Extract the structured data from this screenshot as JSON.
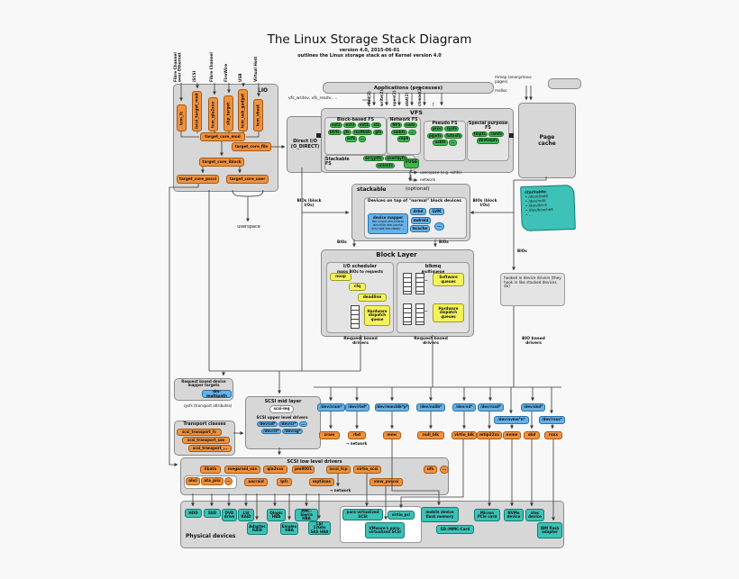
{
  "header": {
    "title": "The Linux Storage Stack Diagram",
    "version": "version 4.0, 2015-06-01",
    "tagline": "outlines the Linux storage stack as of Kernel version 4.0"
  },
  "lio": {
    "label": "LIO",
    "protocols": [
      "Fibre Channel over Ethernet",
      "iSCSI",
      "Fibre Channel",
      "FireWire",
      "USB",
      "Virtual Host"
    ],
    "frontends": [
      "tcm_fc",
      "iscsi_target_mod",
      "tcm_qla2xxx",
      "sbp_target",
      "tcm_usb_gadget",
      "tcm_vhost"
    ],
    "core": "target_core_mod",
    "backstores": [
      "target_core_file",
      "target_core_iblock",
      "target_core_pscsi",
      "target_core_user"
    ],
    "userspace_label": "userspace"
  },
  "apps": {
    "label": "Applications (processes)",
    "syscalls": [
      "read(2)",
      "write(2)",
      "open(2)",
      "stat(2)",
      "chmod(2)"
    ],
    "more": "...",
    "hint": "vfs_writev, vfs_readv, ...",
    "mmap": "mmap (anonymous pages)",
    "malloc": "malloc"
  },
  "direct_io": "Direct I/O (O_DIRECT)",
  "page_cache": "Page cache",
  "vfs": {
    "label": "VFS",
    "block_based": {
      "title": "Block-based FS",
      "items": [
        "ext2",
        "ext3",
        "ext4",
        "xfs",
        "btrfs",
        "jfs",
        "iso9660",
        "gfs",
        "ocfs",
        "..."
      ]
    },
    "network": {
      "title": "Network FS",
      "items": [
        "NFS",
        "coda",
        "smbfs",
        "...",
        "ceph"
      ]
    },
    "pseudo": {
      "title": "Pseudo FS",
      "items": [
        "proc",
        "sysfs",
        "pipefs",
        "futexfs",
        "usbfs",
        "..."
      ]
    },
    "special": {
      "title": "Special purpose FS",
      "items": [
        "tmpfs",
        "ramfs",
        "devtmpfs"
      ]
    },
    "stackable_fs": {
      "title": "Stackable FS",
      "items": [
        "ecryptfs",
        "overlayfs",
        "unionfs"
      ]
    },
    "fuse": "FUSE",
    "userspace_note": "userspace (e.g. sshfs)",
    "network_note": "network"
  },
  "stackable_devices": {
    "header": "stackable",
    "optional": "(optional)",
    "title": "Devices on top of \"normal\" block devices",
    "dm": {
      "title": "device mapper",
      "lines": [
        "dm-crypt  dm-mirror",
        "dm-thin  dm-cache",
        "dm-raid  dm-delay ..."
      ]
    },
    "items": [
      "drbd",
      "LVM",
      "mdraid",
      "bcache",
      "..."
    ]
  },
  "stackable_note": {
    "title": "stackable:",
    "items": [
      "• /dev/drbdX",
      "• /dev/mdX",
      "• /dev/dm-X",
      "• /dev/bcacheX",
      "• ..."
    ]
  },
  "bios": {
    "left": "BIOs (block I/Os)",
    "right": "BIOs (block I/Os)",
    "small": "BIOs"
  },
  "block_layer": {
    "title": "Block Layer",
    "iosched": {
      "title": "I/O scheduler",
      "subtitle": "maps BIOs to requests",
      "items": [
        "noop",
        "cfq",
        "deadline"
      ],
      "hw": "Hardware dispatch queue"
    },
    "blkmq": {
      "title": "blkmq",
      "subtitle": "multiqueue",
      "sw": "Software queues",
      "hw": "Hardware dispatch queues",
      "dots": "..."
    }
  },
  "hooked_note": "hooked in device drivers (they hook in like stacked devices do)",
  "class_labels": {
    "request": "Request based drivers",
    "bio": "BIO based drivers"
  },
  "dm_targets": {
    "title": "Request based device mapper targets",
    "item": "dm-multipath"
  },
  "sysfs_note": "sysfs (transport attributes)",
  "transport_classes": {
    "title": "Transport classes",
    "items": [
      "scsi_transport_fc",
      "scsi_transport_sas",
      "scsi_transport_..."
    ]
  },
  "scsi_mid": {
    "title": "SCSI mid layer",
    "mq": "scsi-mq",
    "upper": "SCSI upper level drivers",
    "devices": [
      "/dev/sd*",
      "/dev/sr*",
      "...",
      "/dev/st*",
      "/dev/sg*"
    ]
  },
  "block_drivers": {
    "cols": [
      {
        "node": "/dev/zram*",
        "driver": "zram"
      },
      {
        "node": "/dev/rbd*",
        "driver": "rbd",
        "note": "→ network"
      },
      {
        "node": "/dev/mmcblk*p*",
        "driver": "mmc"
      },
      {
        "node": "/dev/nullb*",
        "driver": "null_blk"
      },
      {
        "node": "/dev/vd*",
        "driver": "virtio_blk"
      },
      {
        "node": "/dev/rssd*",
        "driver": "mtip32xx"
      },
      {
        "node": "/dev/nvme*n*",
        "driver": "nvme"
      },
      {
        "node": "/dev/skd*",
        "driver": "skd"
      },
      {
        "node": "/dev/rsxx*",
        "driver": "rsxx"
      }
    ]
  },
  "scsi_low": {
    "title": "SCSI low level drivers",
    "row1": [
      "libata",
      "megaraid_sas",
      "qla2xxx",
      "pm8001",
      "iscsi_tcp",
      "virtio_scsi",
      "ufs",
      "..."
    ],
    "ata": [
      "ahci",
      "ata_piix",
      "..."
    ],
    "row2": [
      "aacraid",
      "lpfc",
      "mpt3sas",
      "vmw_pvscsi"
    ],
    "network_note": "→ network"
  },
  "physical": {
    "title": "Physical devices",
    "hdd": "HDD",
    "ssd": "SSD",
    "dvd": "DVD drive",
    "lsi_raid": "LSI RAID",
    "adaptec": "Adaptec RAID",
    "qlogic": "Qlogic HBA",
    "emulex": "Emulex HBA",
    "pmc": "PMC-Sierra HBA",
    "lsi12": "LSI 12Gbs SAS HBA",
    "pv_scsi": "para-virtualized SCSI",
    "virtio_pci": "virtio_pci",
    "vmware": "VMware's para-virtualized SCSI",
    "mobile": "mobile device flash memory",
    "sdmmc": "SD-/MMC-Card",
    "micron": "Micron PCIe card",
    "nvme_dev": "NVMe device",
    "stec": "stec device",
    "ibm": "IBM flash adapter"
  }
}
